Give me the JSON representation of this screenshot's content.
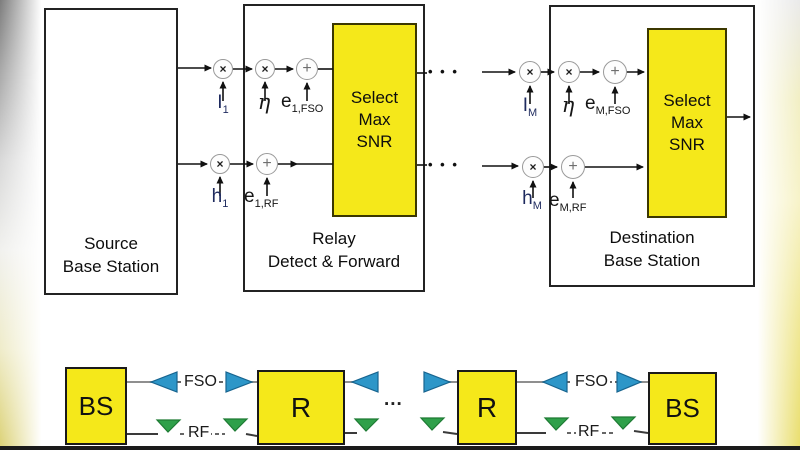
{
  "colors": {
    "box_yellow": "#f5e81a",
    "fso_blue": "#2d96c8",
    "rf_green": "#2fa04a",
    "line_black": "#1a1a1a",
    "fso_line_grey": "#8f8f8f"
  },
  "top_diagram": {
    "source_box": {
      "line1": "Source",
      "line2": "Base Station"
    },
    "relay_box": {
      "line1": "Relay",
      "line2": "Detect & Forward"
    },
    "destination_box": {
      "line1": "Destination",
      "line2": "Base Station"
    },
    "select_box": {
      "line1": "Select",
      "line2": "Max",
      "line3": "SNR"
    },
    "operators": {
      "multiply": "×",
      "add": "+"
    },
    "ellipsis": "• • •",
    "branch_1": {
      "fso_gain": {
        "main": "I",
        "sub": "1"
      },
      "conversion": {
        "main": "η",
        "sub": ""
      },
      "fso_noise": {
        "main": "e",
        "sub": "1,FSO"
      },
      "rf_gain": {
        "main": "h",
        "sub": "1"
      },
      "rf_noise": {
        "main": "e",
        "sub": "1,RF"
      }
    },
    "branch_M": {
      "fso_gain": {
        "main": "I",
        "sub": "M"
      },
      "conversion": {
        "main": "η",
        "sub": ""
      },
      "fso_noise": {
        "main": "e",
        "sub": "M,FSO"
      },
      "rf_gain": {
        "main": "h",
        "sub": "M"
      },
      "rf_noise": {
        "main": "e",
        "sub": "M,RF"
      }
    }
  },
  "bottom_diagram": {
    "bs_label": "BS",
    "relay_label": "R",
    "fso_label": "FSO",
    "rf_label": "RF",
    "ellipsis": "..."
  }
}
